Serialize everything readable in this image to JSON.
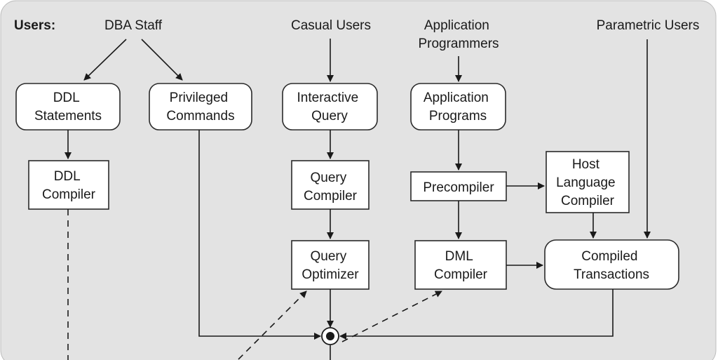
{
  "users_heading": "Users:",
  "user_groups": {
    "dba_staff": "DBA Staff",
    "casual_users": "Casual Users",
    "application_programmers": [
      "Application",
      "Programmers"
    ],
    "parametric_users": "Parametric Users"
  },
  "modules": {
    "ddl_statements": [
      "DDL",
      "Statements"
    ],
    "privileged_commands": [
      "Privileged",
      "Commands"
    ],
    "interactive_query": [
      "Interactive",
      "Query"
    ],
    "application_programs": [
      "Application",
      "Programs"
    ],
    "ddl_compiler": [
      "DDL",
      "Compiler"
    ],
    "query_compiler": [
      "Query",
      "Compiler"
    ],
    "precompiler": "Precompiler",
    "host_language_compiler": [
      "Host",
      "Language",
      "Compiler"
    ],
    "query_optimizer": [
      "Query",
      "Optimizer"
    ],
    "dml_compiler": [
      "DML",
      "Compiler"
    ],
    "compiled_transactions": [
      "Compiled",
      "Transactions"
    ]
  },
  "colors": {
    "panel": "#e3e3e3",
    "box_fill": "#ffffff",
    "ink": "#1a1a1a"
  }
}
